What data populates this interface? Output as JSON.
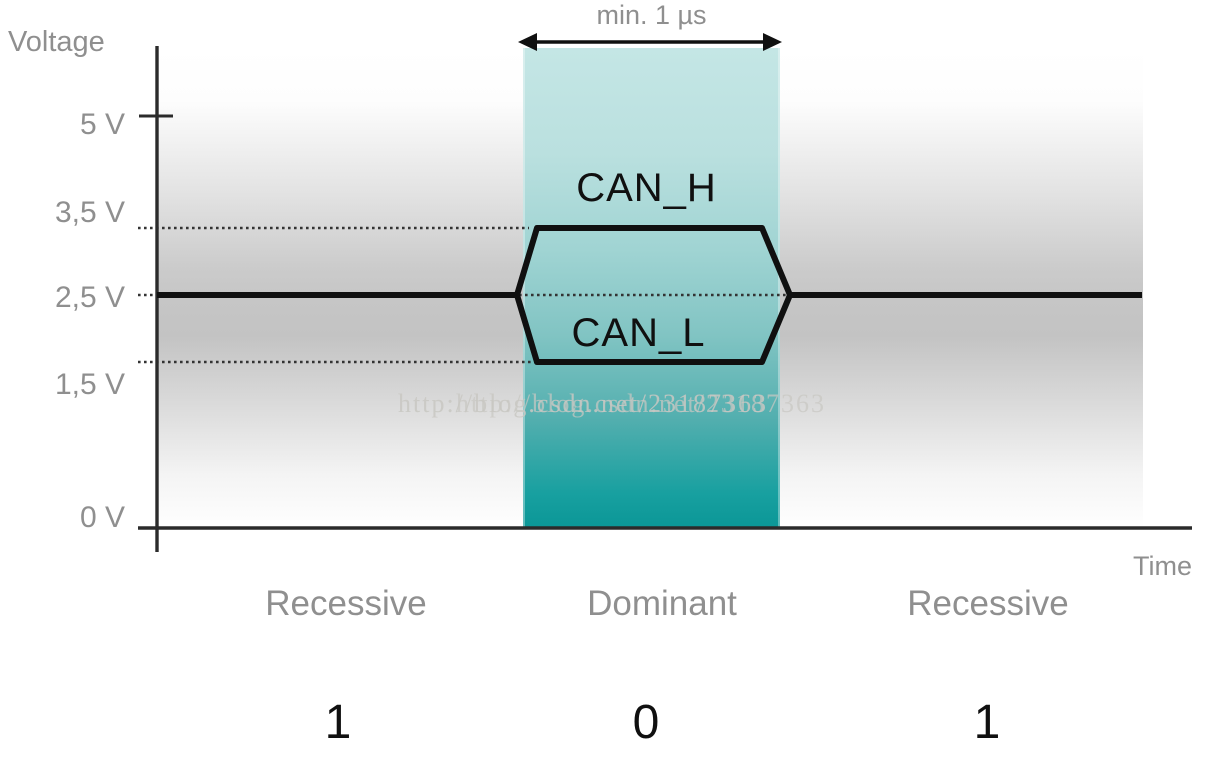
{
  "diagram": {
    "y_axis_title": "Voltage",
    "x_axis_title": "Time",
    "y_tick_labels": [
      "5 V",
      "3,5 V",
      "2,5 V",
      "1,5 V",
      "0 V"
    ],
    "duration_annotation": "min. 1 µs",
    "signal_labels": {
      "high": "CAN_H",
      "low": "CAN_L"
    },
    "regions": [
      {
        "state": "Recessive",
        "bit": "1"
      },
      {
        "state": "Dominant",
        "bit": "0"
      },
      {
        "state": "Recessive",
        "bit": "1"
      }
    ],
    "colors": {
      "dominant_band_top": "#c4e6e5",
      "dominant_band_bottom": "#0b9797",
      "waveform_line": "#101010",
      "label_gray": "#8f8f8f"
    }
  },
  "watermark": {
    "text": "http://blog.csdn.net/23187363"
  }
}
